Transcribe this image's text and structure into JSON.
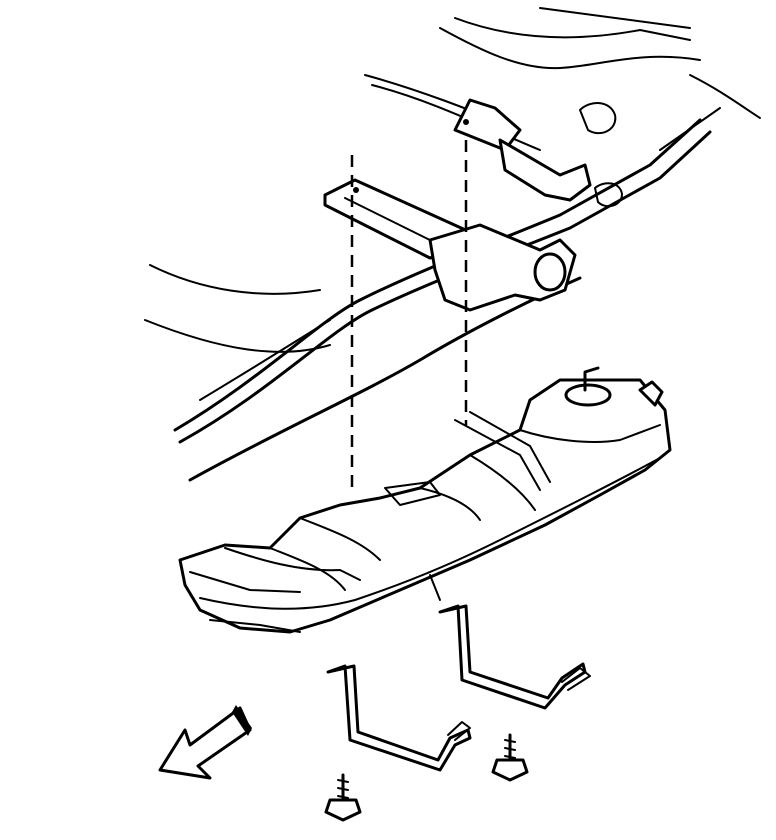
{
  "diagram": {
    "colors": {
      "ink": "#000000",
      "paper": "#ffffff"
    },
    "parts": [
      "vehicle-frame-rail",
      "frame-crossmember",
      "body-floor-panel",
      "fuel-tank",
      "fuel-tank-filler-neck",
      "front-fuel-tank-strap",
      "rear-fuel-tank-strap",
      "strap-bolt-left",
      "strap-bolt-right",
      "front-direction-arrow"
    ]
  }
}
